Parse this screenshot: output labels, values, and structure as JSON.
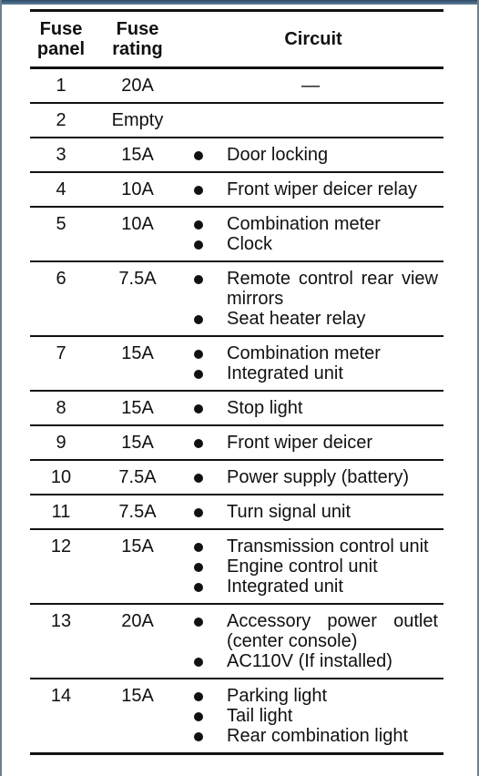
{
  "headers": {
    "fuse_panel": "Fuse panel",
    "fuse_rating": "Fuse rating",
    "circuit": "Circuit"
  },
  "rows": [
    {
      "panel": "1",
      "rating": "20A",
      "dash": "—",
      "circuits": []
    },
    {
      "panel": "2",
      "rating": "Empty",
      "circuits": []
    },
    {
      "panel": "3",
      "rating": "15A",
      "circuits": [
        "Door locking"
      ]
    },
    {
      "panel": "4",
      "rating": "10A",
      "circuits": [
        "Front wiper deicer relay"
      ]
    },
    {
      "panel": "5",
      "rating": "10A",
      "circuits": [
        "Combination meter",
        "Clock"
      ]
    },
    {
      "panel": "6",
      "rating": "7.5A",
      "circuits": [
        "Remote control rear view mirrors",
        "Seat heater relay"
      ]
    },
    {
      "panel": "7",
      "rating": "15A",
      "circuits": [
        "Combination meter",
        "Integrated unit"
      ]
    },
    {
      "panel": "8",
      "rating": "15A",
      "circuits": [
        "Stop light"
      ]
    },
    {
      "panel": "9",
      "rating": "15A",
      "circuits": [
        "Front wiper deicer"
      ]
    },
    {
      "panel": "10",
      "rating": "7.5A",
      "circuits": [
        "Power supply (battery)"
      ]
    },
    {
      "panel": "11",
      "rating": "7.5A",
      "circuits": [
        "Turn signal unit"
      ]
    },
    {
      "panel": "12",
      "rating": "15A",
      "circuits": [
        "Transmission control unit",
        "Engine control unit",
        "Integrated unit"
      ]
    },
    {
      "panel": "13",
      "rating": "20A",
      "circuits": [
        "Accessory power outlet (center console)",
        "AC110V (If installed)"
      ]
    },
    {
      "panel": "14",
      "rating": "15A",
      "circuits": [
        "Parking light",
        "Tail light",
        "Rear combination light"
      ]
    }
  ]
}
